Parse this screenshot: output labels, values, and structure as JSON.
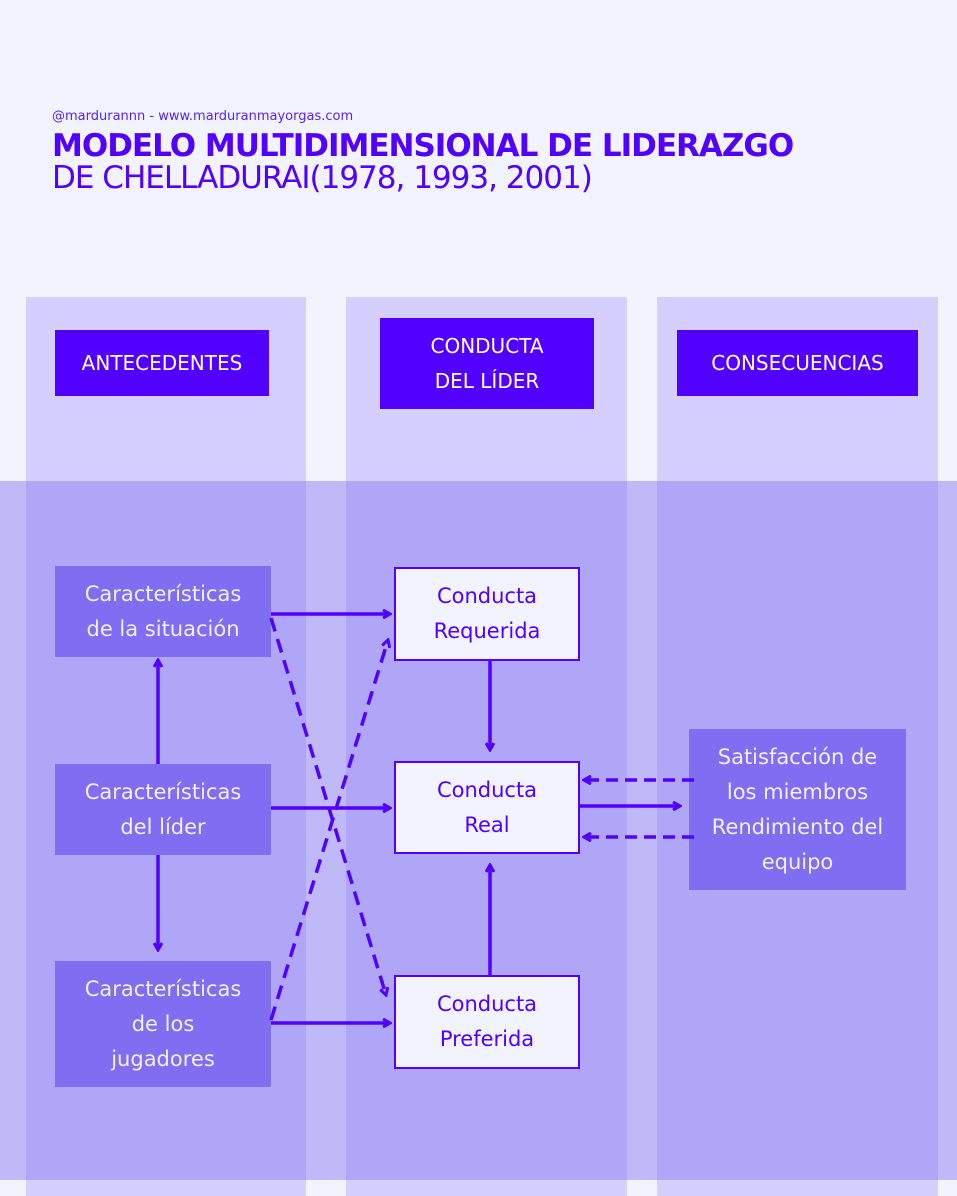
{
  "header": {
    "handle": "@mardurannn - www.marduranmayorgas.com",
    "title_line1": "MODELO MULTIDIMENSIONAL DE LIDERAZGO",
    "title_line2": "DE CHELLADURAI(1978, 1993, 2001)"
  },
  "columns": {
    "antecedentes": "ANTECEDENTES",
    "conducta_line1": "CONDUCTA",
    "conducta_line2": "DEL LÍDER",
    "consecuencias": "CONSECUENCIAS"
  },
  "antecedents": [
    {
      "line1": "Características",
      "line2": "de la situación"
    },
    {
      "line1": "Características",
      "line2": "del líder"
    },
    {
      "line1": "Características",
      "line2": "de los",
      "line3": "jugadores"
    }
  ],
  "behaviors": [
    {
      "line1": "Conducta",
      "line2": "Requerida"
    },
    {
      "line1": "Conducta",
      "line2": "Real"
    },
    {
      "line1": "Conducta",
      "line2": "Preferida"
    }
  ],
  "consequences": {
    "line1": "Satisfacción de",
    "line2": "los miembros",
    "line3": "Rendimiento del",
    "line4": "equipo"
  },
  "colors": {
    "accent": "#5200ff",
    "box": "#7f6ef2",
    "column": "#d5cffd",
    "background": "#f1f3fe"
  }
}
